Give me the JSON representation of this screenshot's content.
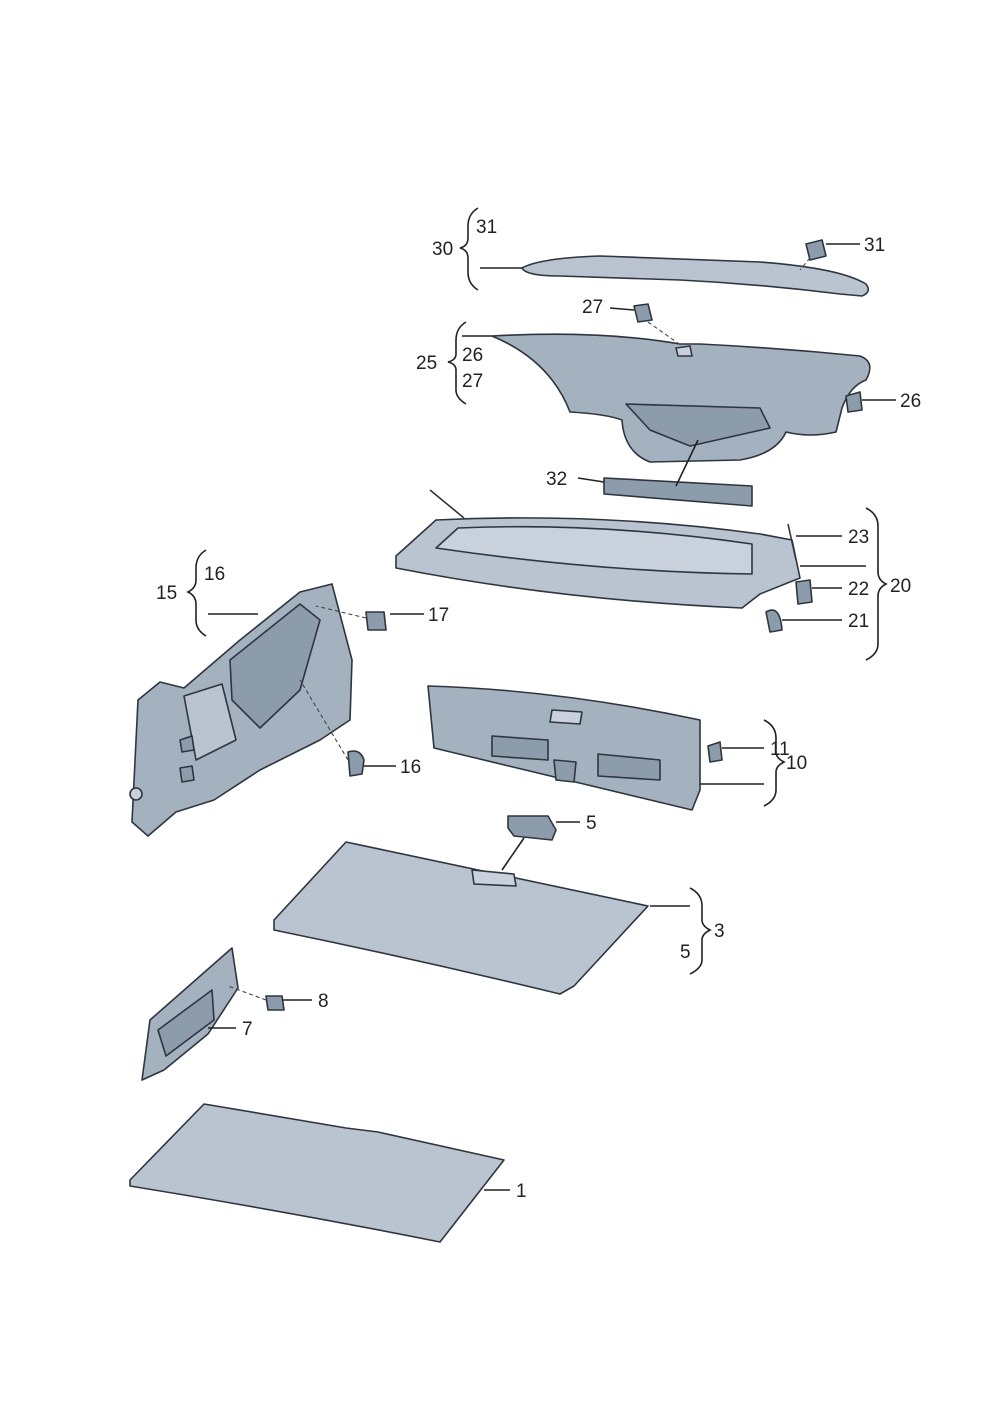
{
  "colors": {
    "part_fill": "#a4b2c0",
    "part_fill_light": "#b9c4d0",
    "part_fill_dark": "#8d9cab",
    "outline": "#2e3540",
    "text": "#222222"
  },
  "callouts": {
    "c1": "1",
    "c3": "3",
    "c5_cover": "5",
    "c5_grip": "5",
    "c7": "7",
    "c8": "8",
    "c10": "10",
    "c11": "11",
    "c15": "15",
    "c16_group": "16",
    "c16_clip": "16",
    "c17": "17",
    "c20": "20",
    "c21": "21",
    "c22": "22",
    "c23": "23",
    "c25": "25",
    "c26_group": "26",
    "c26_clip": "26",
    "c27_group": "27",
    "c27_clip": "27",
    "c30": "30",
    "c31_group": "31",
    "c31_clip": "31",
    "c32": "32"
  }
}
